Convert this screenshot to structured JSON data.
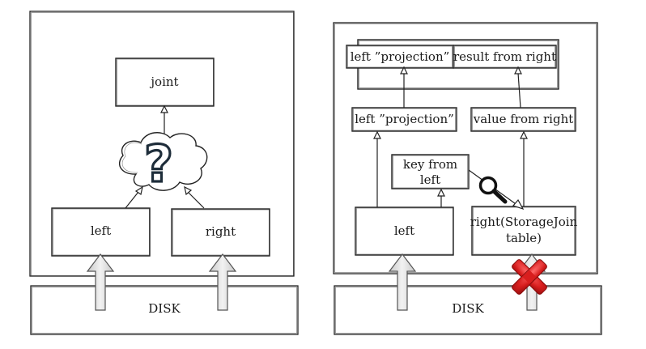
{
  "left_panel": {
    "joint_label": "joint",
    "question_mark": "?",
    "left_label": "left",
    "right_label": "right",
    "disk_label": "DISK"
  },
  "right_panel": {
    "left_projection_top": "left ”projection”",
    "result_from_right": "result from right",
    "left_projection_mid": "left ”projection”",
    "value_from_right": "value from right",
    "key_from_left_line1": "key from",
    "key_from_left_line2": "left",
    "left_label": "left",
    "right_storage_line1": "right(StorageJoin",
    "right_storage_line2": "table)",
    "disk_label": "DISK"
  },
  "colors": {
    "stroke": "#222222",
    "disk_arrow_fill": "#e2e2e2",
    "cross_red": "#d81e1e"
  },
  "icons": [
    "cloud-icon",
    "question-mark-icon",
    "magnifier-icon",
    "red-cross-icon",
    "disk-arrow-icon"
  ]
}
